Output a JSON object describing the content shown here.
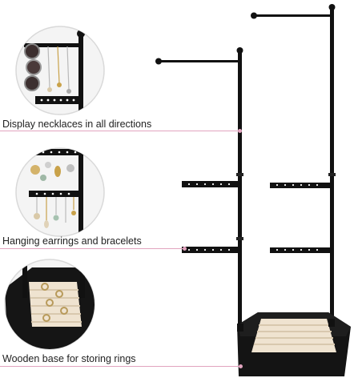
{
  "captions": [
    "Display necklaces in all directions",
    "Hanging earrings and bracelets",
    "Wooden base for storing rings"
  ],
  "colors": {
    "accent_line": "#e2a4bf",
    "frame_black": "#111111",
    "tray_cream": "#efe3d0",
    "circle_border": "#d9d9d9"
  },
  "icons": {
    "insets": [
      "necklace-detail-icon",
      "earring-detail-icon",
      "ring-tray-detail-icon"
    ],
    "product": "jewelry-tower-icon"
  }
}
